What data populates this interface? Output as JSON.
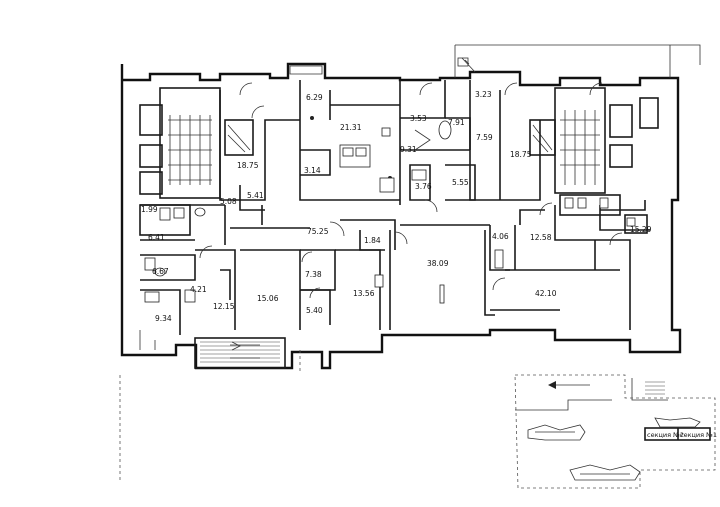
{
  "plan": {
    "rooms": [
      {
        "id": "r-6-29",
        "area": "6.29"
      },
      {
        "id": "r-21-31",
        "area": "21.31"
      },
      {
        "id": "r-3-53",
        "area": "3.53"
      },
      {
        "id": "r-7-91",
        "area": "7.91"
      },
      {
        "id": "r-3-23",
        "area": "3.23"
      },
      {
        "id": "r-18-75-left",
        "area": "18.75"
      },
      {
        "id": "r-18-75-right",
        "area": "18.75"
      },
      {
        "id": "r-7-59",
        "area": "7.59"
      },
      {
        "id": "r-9-31",
        "area": "9.31"
      },
      {
        "id": "r-3-14",
        "area": "3.14"
      },
      {
        "id": "r-3-76",
        "area": "3.76"
      },
      {
        "id": "r-5-55",
        "area": "5.55"
      },
      {
        "id": "r-5-08",
        "area": "5.08"
      },
      {
        "id": "r-5-41",
        "area": "5.41"
      },
      {
        "id": "r-1-99",
        "area": "1.99"
      },
      {
        "id": "r-6-41",
        "area": "6.41"
      },
      {
        "id": "r-75-25",
        "area": "75.25"
      },
      {
        "id": "r-1-84",
        "area": "1.84"
      },
      {
        "id": "r-4-06",
        "area": "4.06"
      },
      {
        "id": "r-12-58",
        "area": "12.58"
      },
      {
        "id": "r-15-29",
        "area": "15.29"
      },
      {
        "id": "r-38-09",
        "area": "38.09"
      },
      {
        "id": "r-6-67",
        "area": "6.67"
      },
      {
        "id": "r-7-38",
        "area": "7.38"
      },
      {
        "id": "r-4-21",
        "area": "4.21"
      },
      {
        "id": "r-42-10",
        "area": "42.10"
      },
      {
        "id": "r-12-15",
        "area": "12.15"
      },
      {
        "id": "r-15-06",
        "area": "15.06"
      },
      {
        "id": "r-13-56",
        "area": "13.56"
      },
      {
        "id": "r-5-40",
        "area": "5.40"
      },
      {
        "id": "r-9-34",
        "area": "9.34"
      }
    ],
    "key_plan": {
      "section2": "секция №2",
      "section1": "секция №1"
    }
  }
}
